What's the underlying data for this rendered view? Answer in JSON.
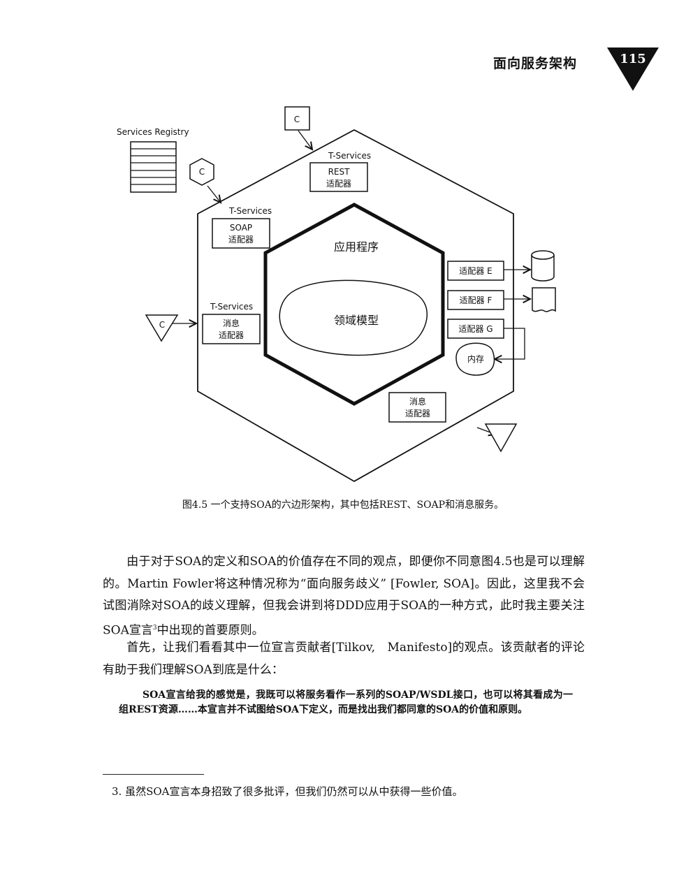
{
  "header": {
    "title": "面向服务架构",
    "page_number": "115"
  },
  "figure": {
    "services_registry": "Services Registry",
    "consumer_label": "C",
    "tservices_label": "T-Services",
    "rest_adapter_line1": "REST",
    "soap_adapter_line1": "SOAP",
    "message_line1": "消息",
    "adapter_word": "适配器",
    "application_label": "应用程序",
    "domain_model_label": "领域模型",
    "adapter_e": "适配器 E",
    "adapter_f": "适配器 F",
    "adapter_g": "适配器 G",
    "memory_label": "内存"
  },
  "caption": "图4.5 一个支持SOA的六边形架构，其中包括REST、SOAP和消息服务。",
  "body": {
    "p1": "由于对于SOA的定义和SOA的价值存在不同的观点，即便你不同意图4.5也是可以理解的。Martin Fowler将这种情况称为“面向服务歧义” [Fowler, SOA]。因此，这里我不会试图消除对SOA的歧义理解，但我会讲到将DDD应用于SOA的一种方式，此时我主要关注SOA宣言",
    "p1_sup": "3",
    "p1_end": "中出现的首要原则。",
    "p2": "首先，让我们看看其中一位宣言贡献者[Tilkov,　Manifesto]的观点。该贡献者的评论有助于我们理解SOA到底是什么：",
    "quote": "SOA宣言给我的感觉是，我既可以将服务看作一系列的SOAP/WSDL接口，也可以将其看成为一组REST资源……本宣言并不试图给SOA下定义，而是找出我们都同意的SOA的价值和原则。"
  },
  "footnote": {
    "text": "3.  虽然SOA宣言本身招致了很多批评，但我们仍然可以从中获得一些价值。"
  }
}
